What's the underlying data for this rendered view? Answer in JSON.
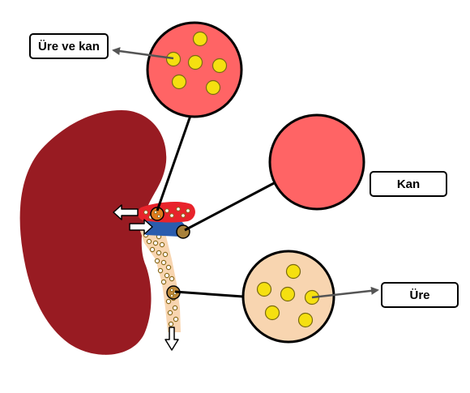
{
  "labels": {
    "blood_urea": "Üre ve kan",
    "blood": "Kan",
    "urea": "Üre"
  },
  "colors": {
    "kidney": "#981b22",
    "blood": "#ff6465",
    "vein": "#2a5cae",
    "urine": "#f8d5b0",
    "urea_particle": "#f5e010",
    "connector_dot": "#a8813a",
    "artery_dot": "#e07a1c",
    "pointer_arrow": "#555555",
    "line": "#000000"
  },
  "icons": {
    "flow_in": "arrow-right-icon",
    "flow_out": "arrow-left-icon",
    "urine_out": "arrow-down-icon"
  }
}
